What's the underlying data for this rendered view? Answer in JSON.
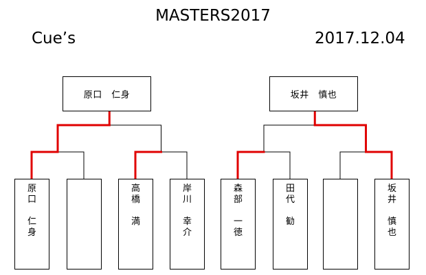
{
  "header": {
    "title": "MASTERS2017",
    "venue": "Cue’s",
    "date": "2017.12.04"
  },
  "winners": {
    "left": "原口　仁身",
    "right": "坂井　慎也"
  },
  "players": [
    {
      "name": "原口仁身",
      "chars": [
        "原",
        "口",
        "",
        "仁",
        "身"
      ],
      "win_r1": true,
      "win_r2": true
    },
    {
      "name": "",
      "chars": [],
      "win_r1": false,
      "win_r2": false
    },
    {
      "name": "高橋満",
      "chars": [
        "高",
        "橋",
        "",
        "満",
        ""
      ],
      "win_r1": true,
      "win_r2": false
    },
    {
      "name": "岸川幸介",
      "chars": [
        "岸",
        "川",
        "",
        "幸",
        "介"
      ],
      "win_r1": false,
      "win_r2": false
    },
    {
      "name": "森部一徳",
      "chars": [
        "森",
        "部",
        "",
        "一",
        "徳"
      ],
      "win_r1": true,
      "win_r2": false
    },
    {
      "name": "田代勧",
      "chars": [
        "田",
        "代",
        "",
        "勧",
        ""
      ],
      "win_r1": false,
      "win_r2": false
    },
    {
      "name": "",
      "chars": [],
      "win_r1": false,
      "win_r2": false
    },
    {
      "name": "坂井慎也",
      "chars": [
        "坂",
        "井",
        "",
        "慎",
        "也"
      ],
      "win_r1": true,
      "win_r2": true
    }
  ],
  "colors": {
    "win_line": "#e00000",
    "line": "#000000"
  }
}
